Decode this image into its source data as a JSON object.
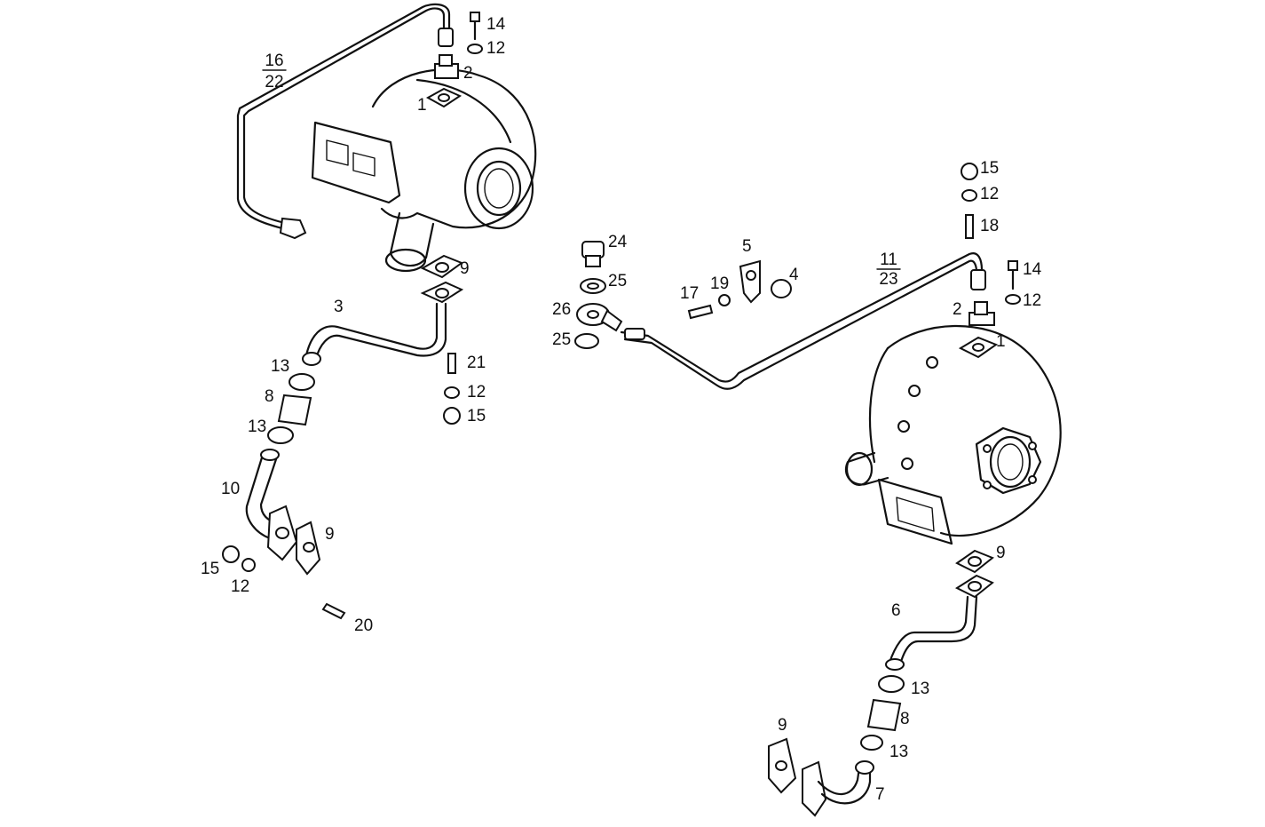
{
  "diagram": {
    "callouts_left_assembly": {
      "c14": "14",
      "c12a": "12",
      "c2": "2",
      "c1": "1",
      "pipe_oil_feed_num": "16",
      "pipe_oil_feed_den": "22",
      "c9": "9",
      "c3": "3",
      "c13a": "13",
      "c8": "8",
      "c13b": "13",
      "c21": "21",
      "c12b": "12",
      "c15a": "15",
      "c10": "10",
      "c9b": "9",
      "c15b": "15",
      "c12c": "12",
      "c20": "20"
    },
    "callouts_center": {
      "c24": "24",
      "c25a": "25",
      "c26": "26",
      "c25b": "25",
      "c17": "17",
      "c19": "19",
      "c5": "5",
      "c4": "4"
    },
    "callouts_right_assembly": {
      "c15": "15",
      "c12a": "12",
      "c18": "18",
      "pipe_oil_feed_num": "11",
      "pipe_oil_feed_den": "23",
      "c14": "14",
      "c12b": "12",
      "c2": "2",
      "c1": "1",
      "c9": "9",
      "c6": "6",
      "c13a": "13",
      "c8": "8",
      "c13b": "13",
      "c9b": "9",
      "c7": "7"
    }
  }
}
